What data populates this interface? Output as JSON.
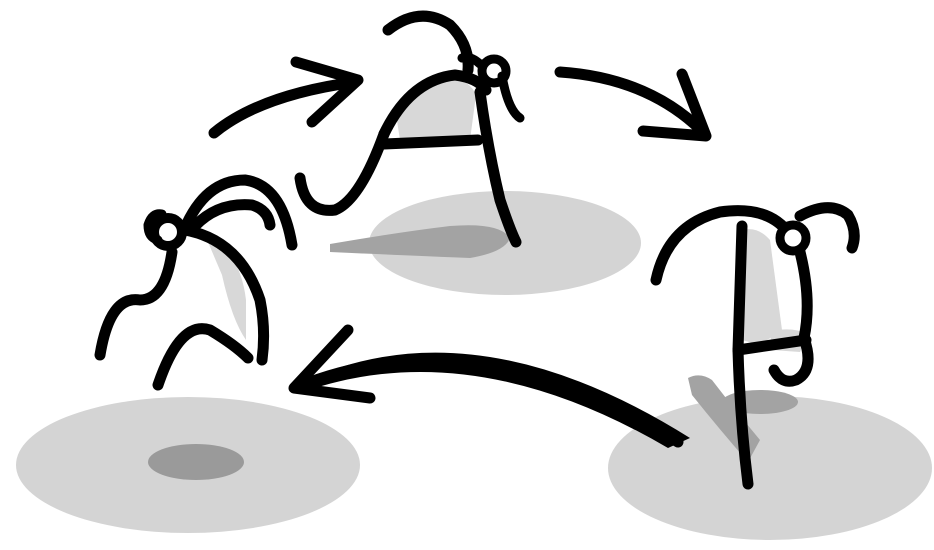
{
  "colors": {
    "background": "#ffffff",
    "ink": "#000000",
    "shadow_light": "#d4d4d4",
    "shadow_dark": "#9a9a9a",
    "highlight": "#d8d8d8"
  },
  "figures": [
    {
      "name": "creature-crouching",
      "icon": "crouching-creature-icon"
    },
    {
      "name": "creature-jumping",
      "icon": "leaping-creature-icon"
    },
    {
      "name": "creature-landing",
      "icon": "landing-creature-icon"
    }
  ],
  "arrows": [
    {
      "name": "arrow-rise",
      "icon": "curved-arrow-right-icon"
    },
    {
      "name": "arrow-fall",
      "icon": "curved-arrow-down-right-icon"
    },
    {
      "name": "arrow-return",
      "icon": "curved-arrow-left-icon"
    }
  ]
}
